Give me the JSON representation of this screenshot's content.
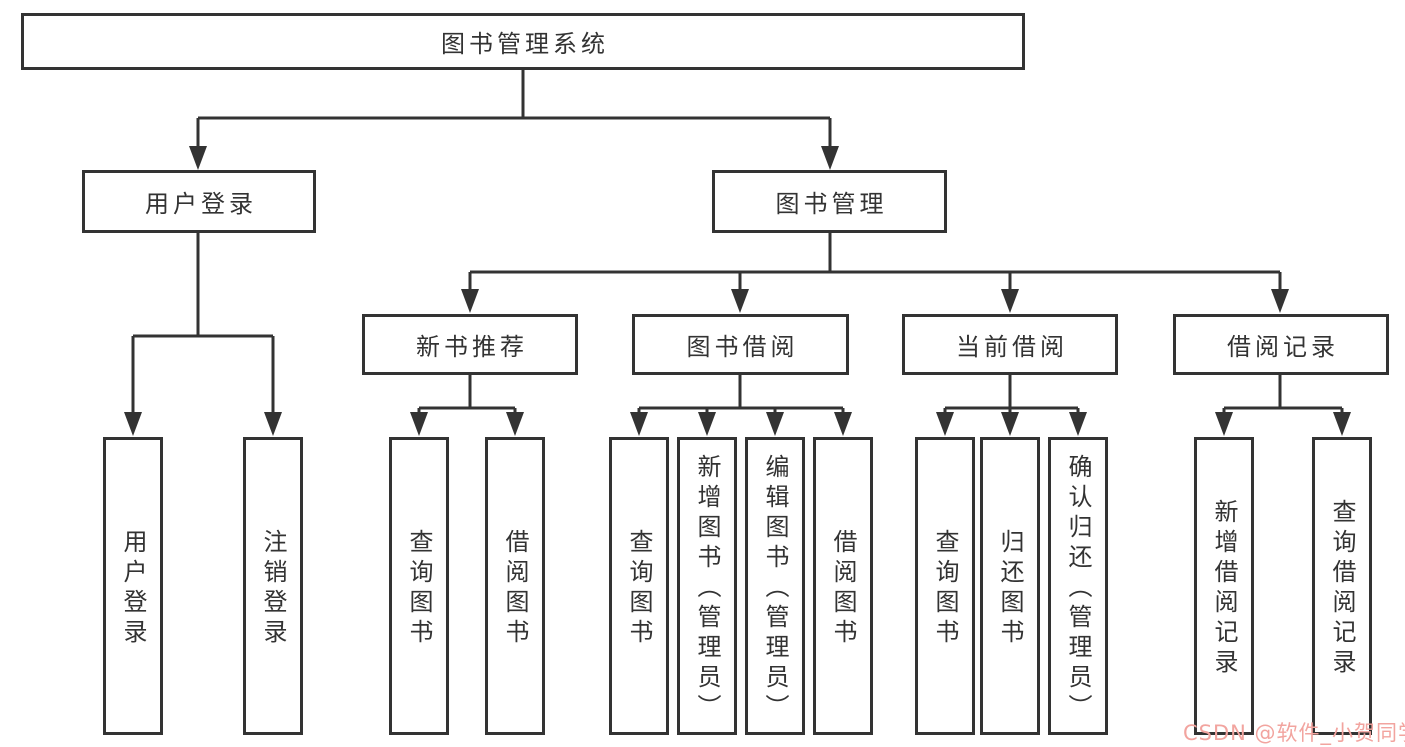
{
  "diagram": {
    "root": {
      "label": "图书管理系统"
    },
    "level2": [
      {
        "label": "用户登录"
      },
      {
        "label": "图书管理"
      }
    ],
    "level3": [
      {
        "label": "新书推荐",
        "parent": "图书管理"
      },
      {
        "label": "图书借阅",
        "parent": "图书管理"
      },
      {
        "label": "当前借阅",
        "parent": "图书管理"
      },
      {
        "label": "借阅记录",
        "parent": "图书管理"
      }
    ],
    "leaves": [
      {
        "label": "用户登录",
        "parent": "用户登录"
      },
      {
        "label": "注销登录",
        "parent": "用户登录"
      },
      {
        "label": "查询图书",
        "parent": "新书推荐"
      },
      {
        "label": "借阅图书",
        "parent": "新书推荐"
      },
      {
        "label": "查询图书",
        "parent": "图书借阅"
      },
      {
        "label": "新增图书（管理员）",
        "parent": "图书借阅"
      },
      {
        "label": "编辑图书（管理员）",
        "parent": "图书借阅"
      },
      {
        "label": "借阅图书",
        "parent": "图书借阅"
      },
      {
        "label": "查询图书",
        "parent": "当前借阅"
      },
      {
        "label": "归还图书",
        "parent": "当前借阅"
      },
      {
        "label": "确认归还（管理员）",
        "parent": "当前借阅"
      },
      {
        "label": "新增借阅记录",
        "parent": "借阅记录"
      },
      {
        "label": "查询借阅记录",
        "parent": "借阅记录"
      }
    ]
  },
  "watermark": {
    "text": "CSDN @软件_小贺同学",
    "color": "#f2a49f"
  },
  "colors": {
    "line": "#333333",
    "text": "#333333",
    "background": "#ffffff"
  }
}
